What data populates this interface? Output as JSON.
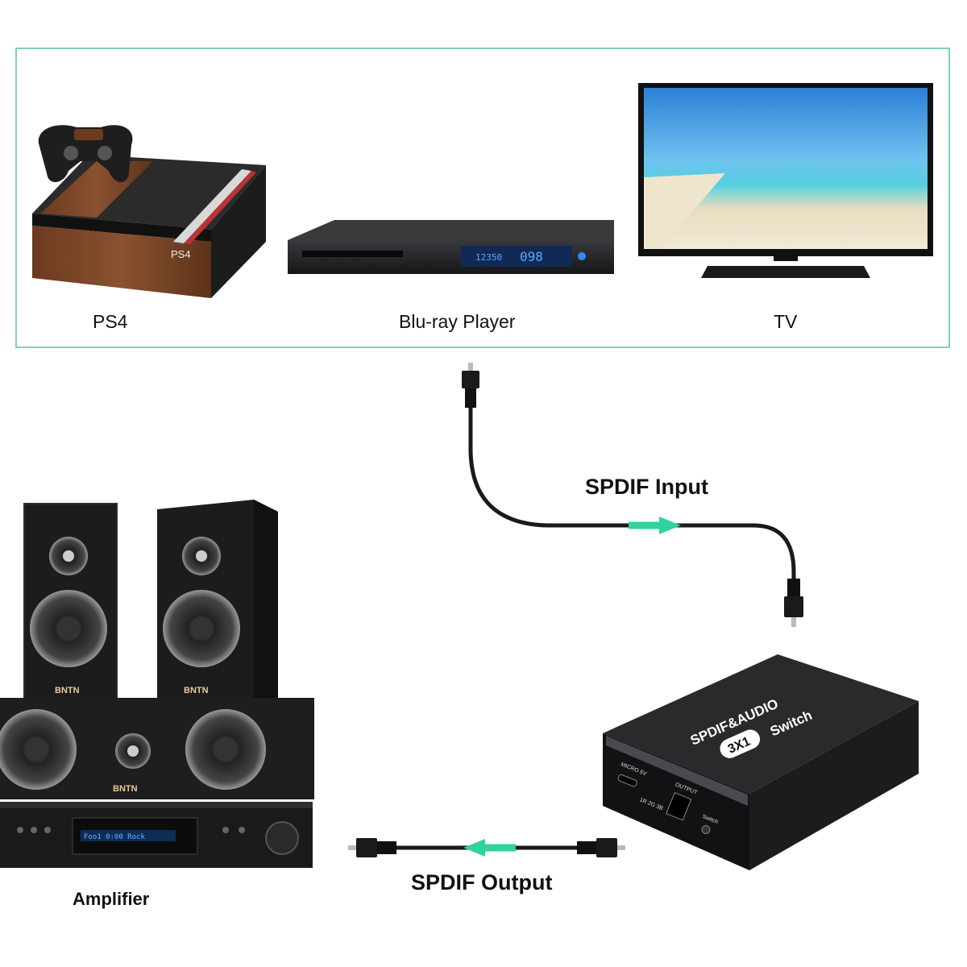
{
  "devices": {
    "ps4": {
      "label": "PS4",
      "badge": "PS4"
    },
    "bluray": {
      "label": "Blu-ray Player",
      "display_left": "12350",
      "display_right": "098"
    },
    "tv": {
      "label": "TV"
    }
  },
  "connections": {
    "input_label": "SPDIF Input",
    "output_label": "SPDIF Output"
  },
  "amplifier": {
    "label": "Amplifier",
    "speaker_brand": "BNTN",
    "receiver_display": "Foo1 0:00 Rock"
  },
  "switch_box": {
    "title": "SPDIF&AUDIO",
    "model": "3X1",
    "subtitle": "Switch",
    "port_micro": "MICRO 5V",
    "port_output": "OUTPUT",
    "port_indicators": "1R 2G 3B",
    "port_switch": "Switch"
  },
  "colors": {
    "frame": "#7fd0c0",
    "arrow": "#2fd3a0"
  }
}
